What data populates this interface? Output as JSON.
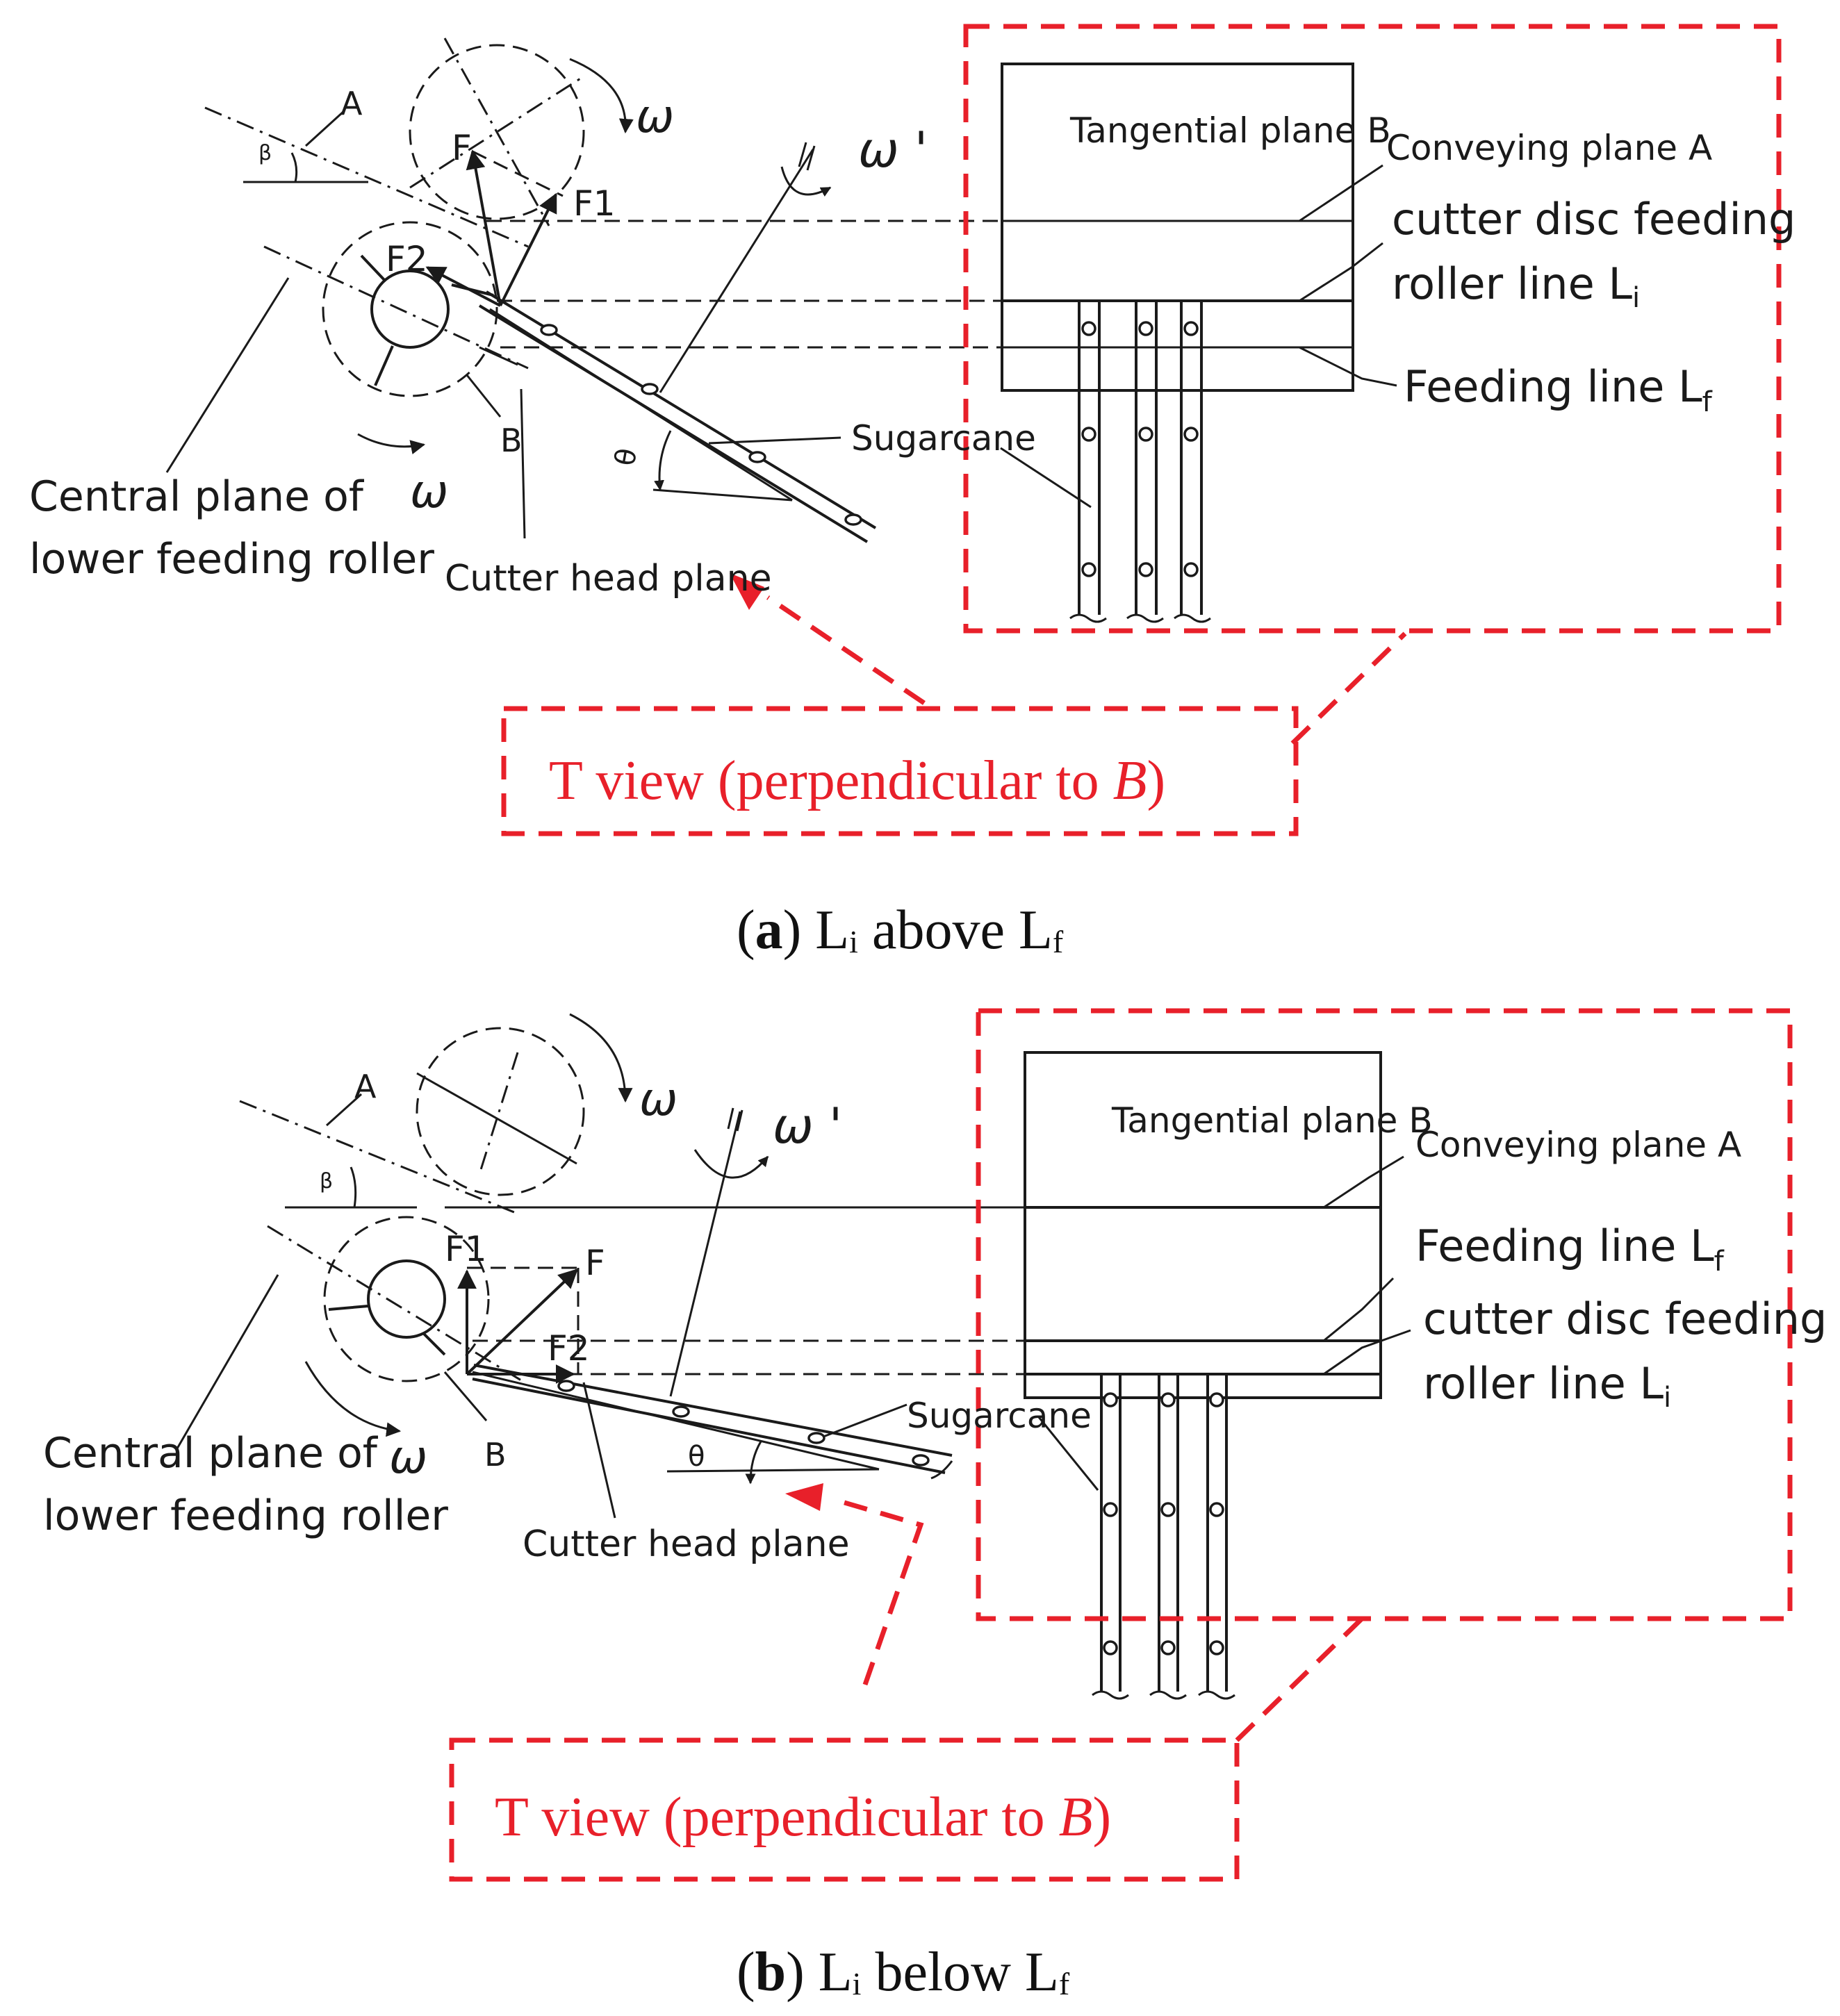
{
  "colors": {
    "ink": "#1a1a1a",
    "annotation": "#e8202a",
    "background": "#ffffff"
  },
  "panel_a": {
    "labels": {
      "tangential_plane": "Tangential plane B",
      "conveying_plane": "Conveying plane A",
      "cutter_line_1": "cutter disc feeding",
      "cutter_line_2": "roller line L",
      "cutter_line_sub": "i",
      "feeding_line": "Feeding line L",
      "feeding_line_sub": "f",
      "sugarcane": "Sugarcane",
      "central_plane_1": "Central plane of",
      "central_plane_2": "lower feeding roller",
      "cutter_head_plane": "Cutter head plane",
      "omega": "ω",
      "omega_prime": "ω '",
      "theta": "θ",
      "beta": "β",
      "A": "A",
      "B": "B",
      "F": "F",
      "F1": "F1",
      "F2": "F2"
    },
    "t_view": {
      "prefix": "T view (perpendicular to ",
      "italic": "B",
      "suffix": ")"
    },
    "caption": {
      "open": "(",
      "letter": "a",
      "close": ") ",
      "l1": "L",
      "sub1": "i",
      "mid": " above L",
      "sub2": "f"
    }
  },
  "panel_b": {
    "labels": {
      "tangential_plane": "Tangential plane B",
      "conveying_plane": "Conveying plane A",
      "feeding_line": "Feeding line L",
      "feeding_line_sub": "f",
      "cutter_line_1": "cutter disc feeding",
      "cutter_line_2": "roller line L",
      "cutter_line_sub": "i",
      "sugarcane": "Sugarcane",
      "central_plane_1": "Central plane of",
      "central_plane_2": "lower feeding roller",
      "cutter_head_plane": "Cutter head plane",
      "omega": "ω",
      "omega_prime": "ω '",
      "theta": "θ",
      "beta": "β",
      "A": "A",
      "B": "B",
      "F": "F",
      "F1": "F1",
      "F2": "F2"
    },
    "t_view": {
      "prefix": "T view (perpendicular to ",
      "italic": "B",
      "suffix": ")"
    },
    "caption": {
      "open": "(",
      "letter": "b",
      "close": ") ",
      "l1": "L",
      "sub1": "i",
      "mid": " below L",
      "sub2": "f"
    }
  }
}
